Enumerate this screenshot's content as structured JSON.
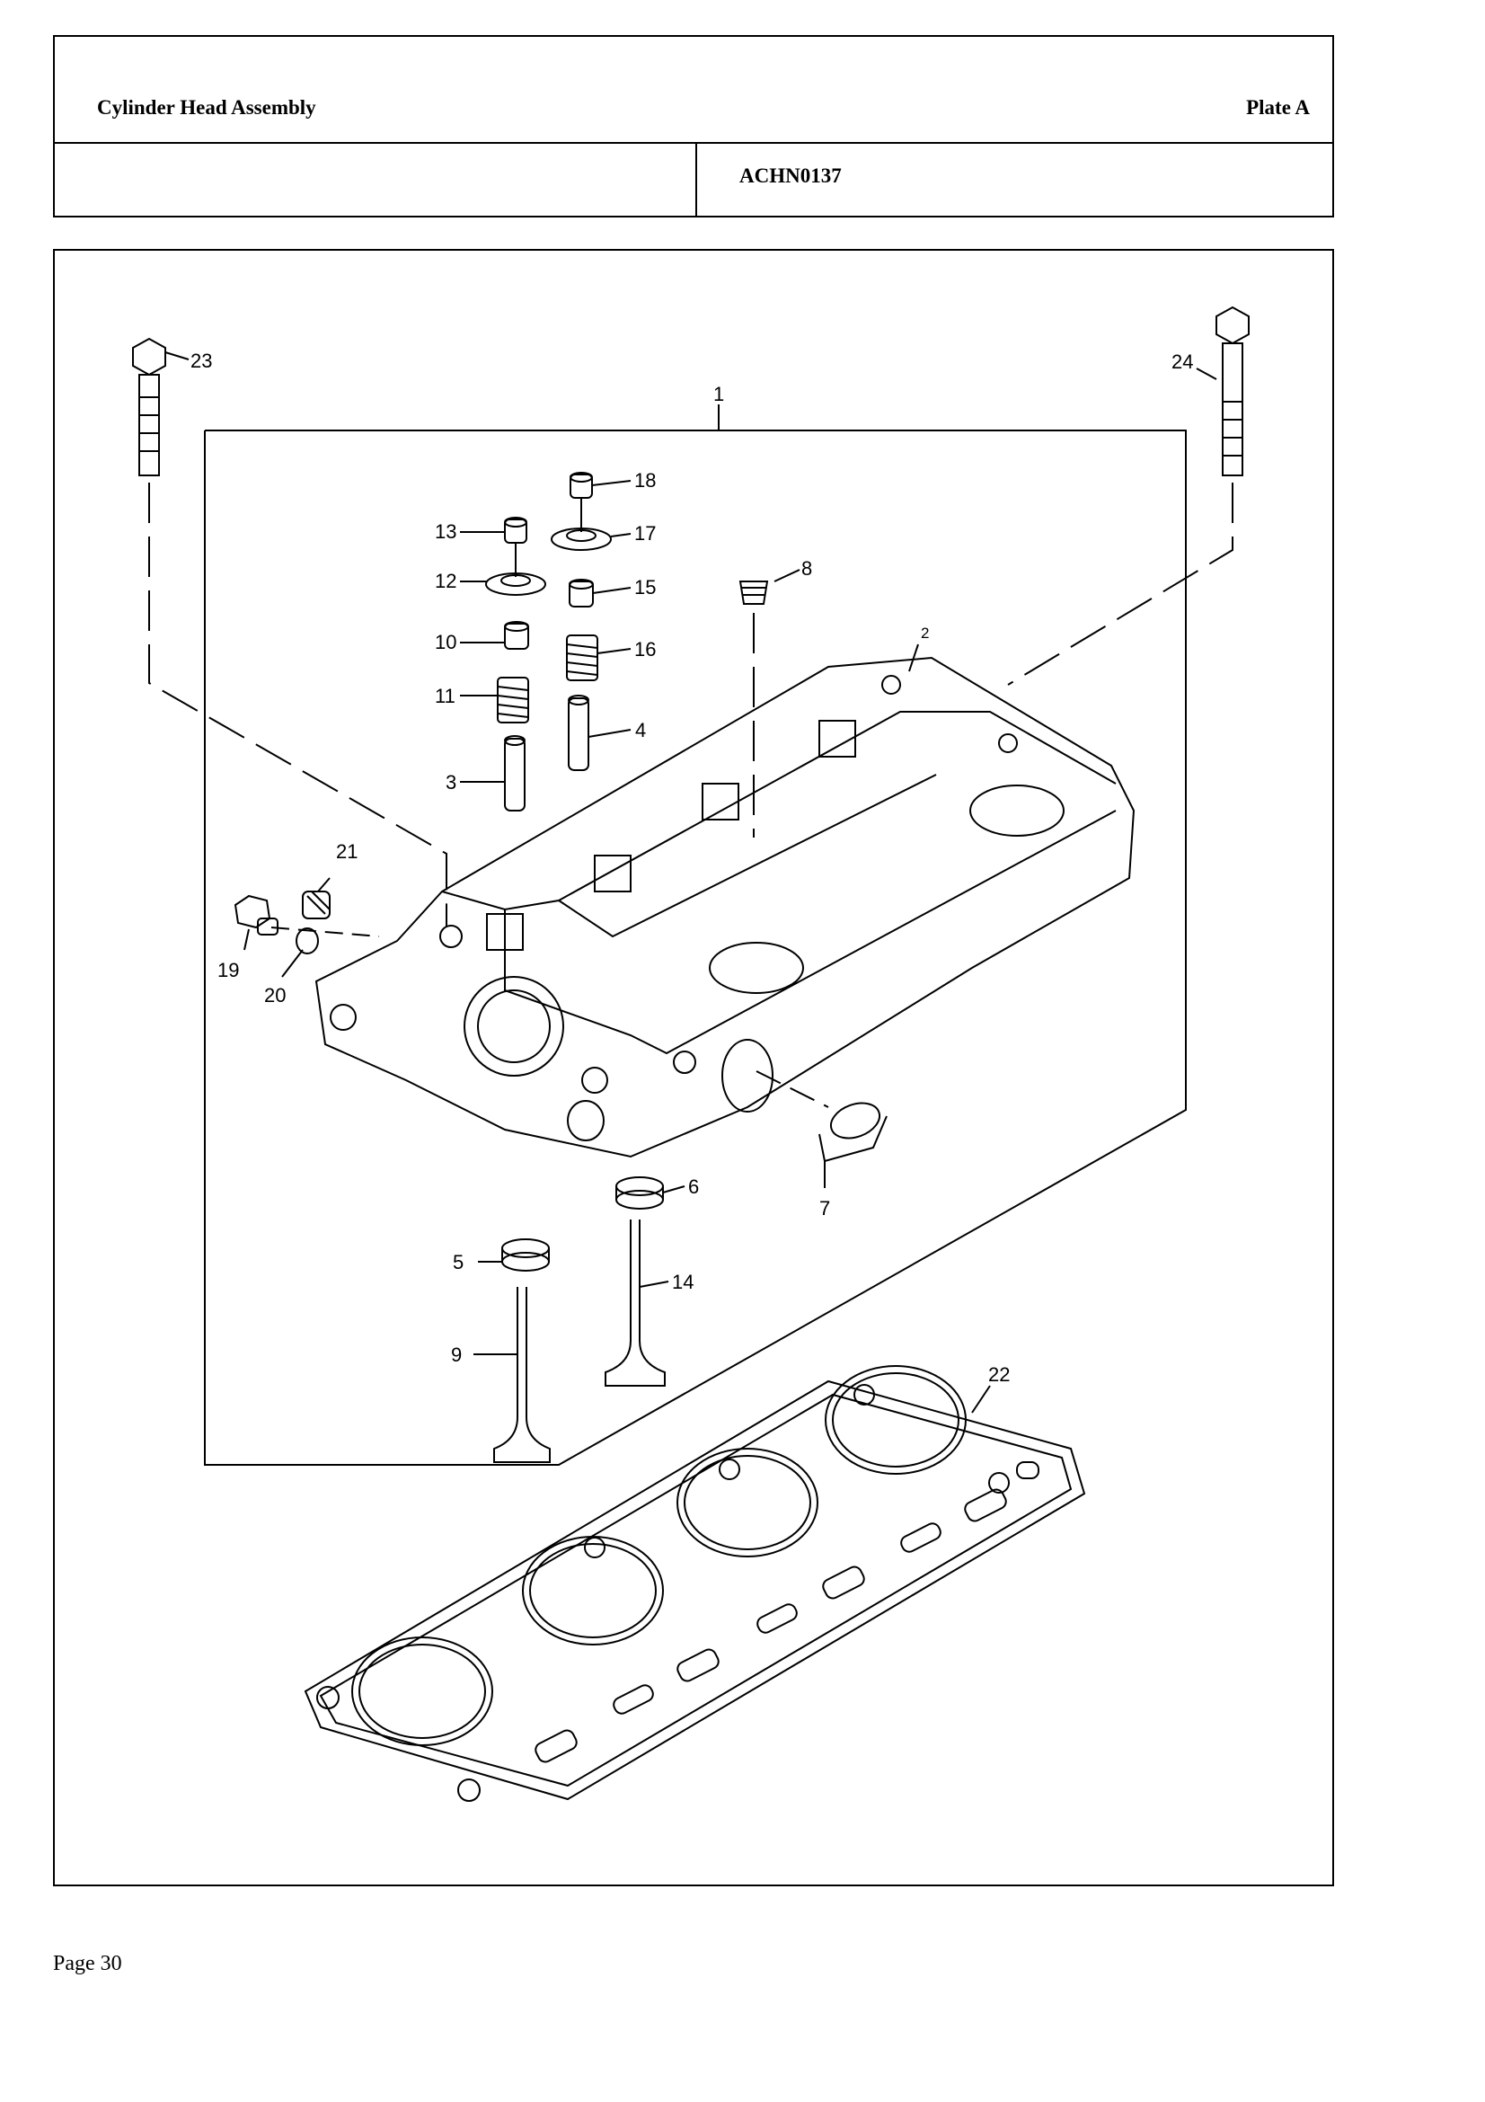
{
  "header": {
    "title": "Cylinder Head Assembly",
    "plate": "Plate A",
    "code": "ACHN0137"
  },
  "callouts": [
    "1",
    "2",
    "3",
    "4",
    "5",
    "6",
    "7",
    "8",
    "9",
    "10",
    "11",
    "12",
    "13",
    "14",
    "15",
    "16",
    "17",
    "18",
    "19",
    "20",
    "21",
    "22",
    "23",
    "24"
  ],
  "footer": {
    "page": "Page 30"
  }
}
